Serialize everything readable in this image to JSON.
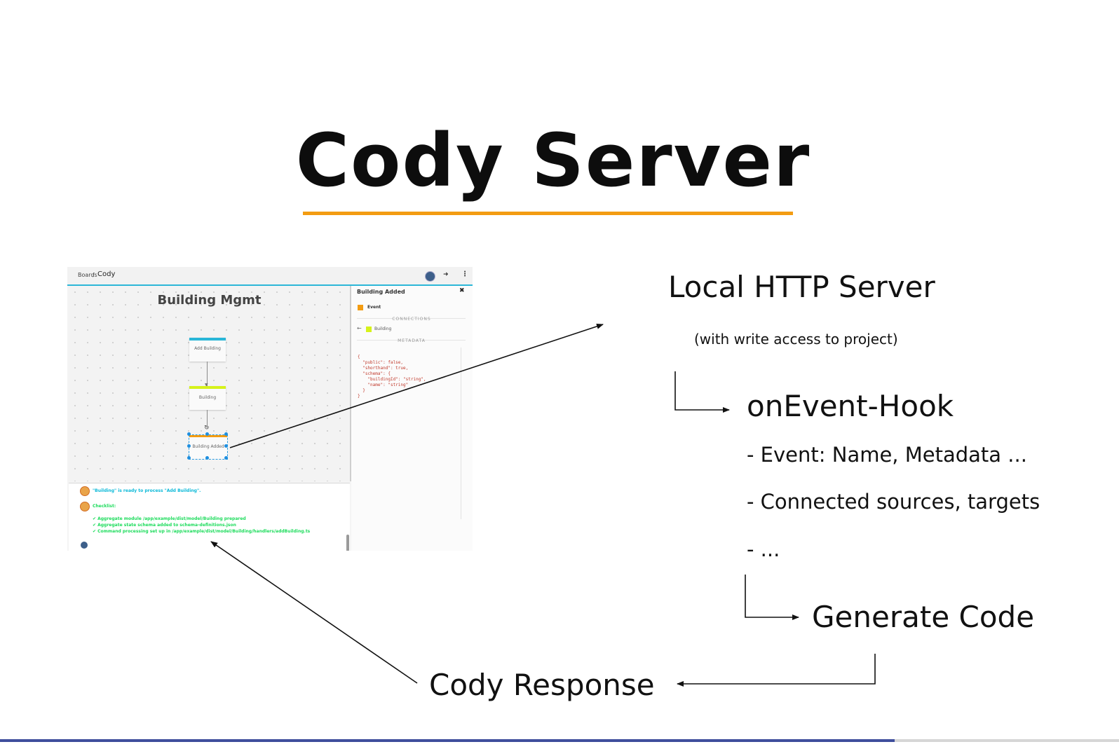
{
  "slide": {
    "title": "Cody Server",
    "accent_color": "#f39c12",
    "footer_bar_color": "#3f4e9c"
  },
  "server": {
    "heading": "Local HTTP Server",
    "subheading": "(with write access to project)",
    "hook": "onEvent-Hook",
    "hook_items": [
      "- Event: Name, Metadata ...",
      "- Connected sources, targets",
      "- ..."
    ],
    "generate": "Generate Code",
    "response": "Cody Response"
  },
  "app": {
    "breadcrumb_root": "Boards",
    "breadcrumb_sep": "/",
    "breadcrumb_current": "Cody",
    "board_title": "Building Mgmt",
    "stickies": {
      "command": "Add Building",
      "aggregate": "Building",
      "event": "Building Added"
    },
    "panel": {
      "title": "Building Added",
      "close": "✖",
      "type_label": "Event",
      "connections_label": "CONNECTIONS",
      "connection_item": "Building",
      "metadata_label": "METADATA",
      "metadata_json": "{\n  \"public\": false,\n  \"shorthand\": true,\n  \"schema\": {\n    \"buildingId\": \"string\",\n    \"name\": \"string\"\n  }\n}"
    },
    "chat": {
      "message": "\"Building\" is ready to process \"Add Building\".",
      "checklist_title": "Checklist:",
      "checklist": [
        "✔ Aggregate module /app/example/dist/model/Building prepared",
        "✔ Aggregate state schema added to schema-definitions.json",
        "✔ Command processing set up in /app/example/dist/model/Building/handlers/addBuilding.ts"
      ]
    },
    "icons": {
      "avatar": "user-avatar",
      "exit": "exit-icon",
      "more": "more-vertical-icon",
      "bot": "cody-bot-icon",
      "back_arrow": "arrow-left-icon"
    },
    "colors": {
      "command": "#29b6d8",
      "aggregate": "#d6f21a",
      "event": "#f39c12"
    }
  }
}
